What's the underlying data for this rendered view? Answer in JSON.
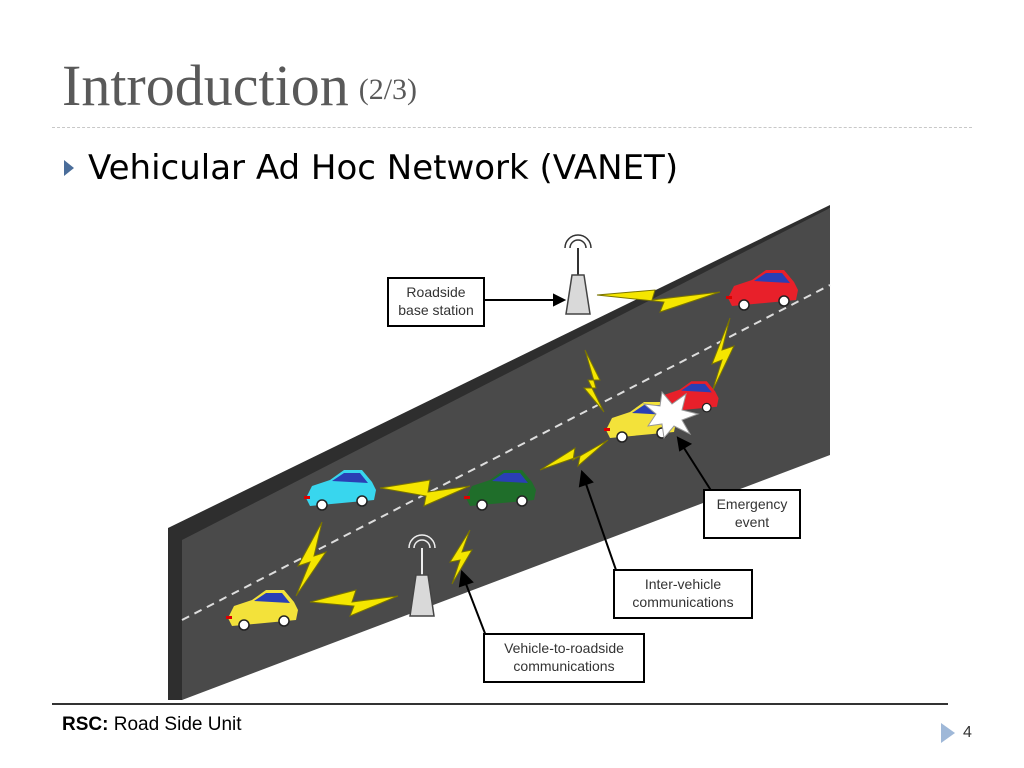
{
  "slide": {
    "title": "Introduction",
    "title_suffix": "(2/3)",
    "bullet": "Vehicular Ad Hoc Network (VANET)",
    "page_number": "4"
  },
  "diagram": {
    "labels": {
      "roadside_base_station": [
        "Roadside",
        "base station"
      ],
      "emergency_event": [
        "Emergency",
        "event"
      ],
      "inter_vehicle": [
        "Inter-vehicle",
        "communications"
      ],
      "vehicle_to_roadside": [
        "Vehicle-to-roadside",
        "communications"
      ]
    }
  },
  "footnote": {
    "term": "RSC:",
    "definition": " Road Side Unit"
  },
  "colors": {
    "road": "#4a4a4a",
    "road_side": "#2e2e2e",
    "lightning": "#f5e600",
    "car_red": "#e8202a",
    "car_yellow": "#f3e23a",
    "car_cyan": "#38d6ee",
    "car_green": "#1f6e2a",
    "tower": "#d9d9d9",
    "bullet_arrow": "#4a6d9a"
  }
}
